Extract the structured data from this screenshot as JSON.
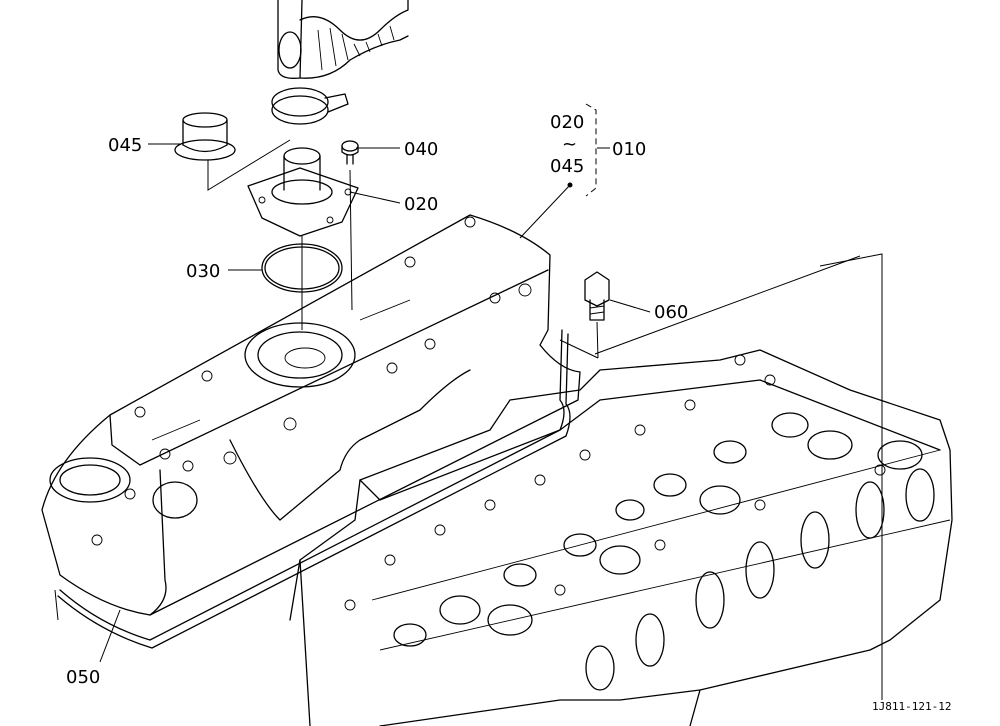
{
  "diagram": {
    "drawing_code": "1J811-121-12",
    "callouts": [
      {
        "id": "045",
        "label": "045"
      },
      {
        "id": "040",
        "label": "040"
      },
      {
        "id": "020",
        "label": "020"
      },
      {
        "id": "010",
        "label": "010"
      },
      {
        "id": "030",
        "label": "030"
      },
      {
        "id": "060",
        "label": "060"
      },
      {
        "id": "050",
        "label": "050"
      }
    ],
    "group_bracket": {
      "from": "020",
      "tilde": "~",
      "to": "045"
    }
  }
}
